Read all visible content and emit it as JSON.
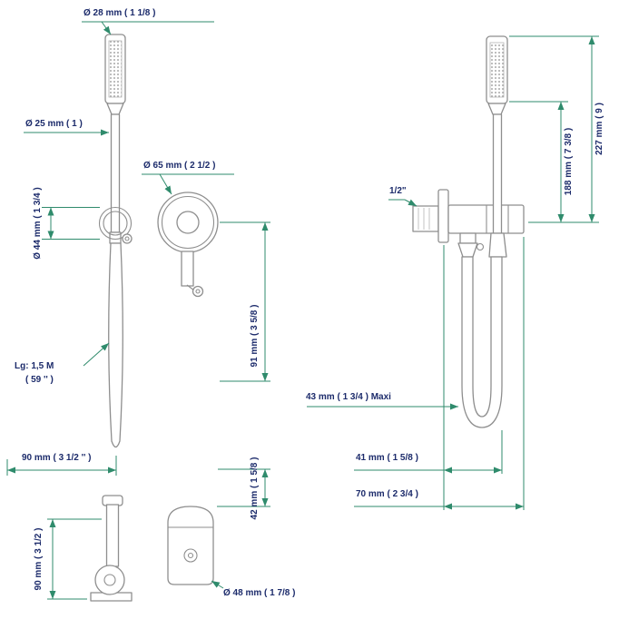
{
  "drawing": {
    "labels": {
      "head_diameter": "Ø 28 mm ( 1 1/8 )",
      "handle_diameter": "Ø 25 mm ( 1 )",
      "flange_diameter": "Ø 65 mm ( 2 1/2 )",
      "ring_diameter": "Ø 44 mm ( 1 3/4 )",
      "hose_length_line1": "Lg: 1,5 M",
      "hose_length_line2": "( 59 '' )",
      "hose_offset_width": "90 mm ( 3 1/2 '' )",
      "bracket_height": "91 mm ( 3 5/8 )",
      "outlet_top_height": "42 mm ( 1 5/8 )",
      "overall_height": "227 mm ( 9 )",
      "shower_height": "188 mm ( 7 3/8 )",
      "thread_size": "1/2\"",
      "max_depth": "43 mm ( 1 3/4 )  Maxi",
      "hose_depth": "41 mm ( 1 5/8 )",
      "overall_depth": "70 mm ( 2 3/4 )",
      "side_height": "90 mm ( 3 1/2 )",
      "base_diameter": "Ø 48 mm ( 1 7/8 )"
    },
    "colors": {
      "dimension_line": "#2f8b6c",
      "label_text": "#1c2b6b",
      "part_line": "#8e8e8e"
    }
  }
}
